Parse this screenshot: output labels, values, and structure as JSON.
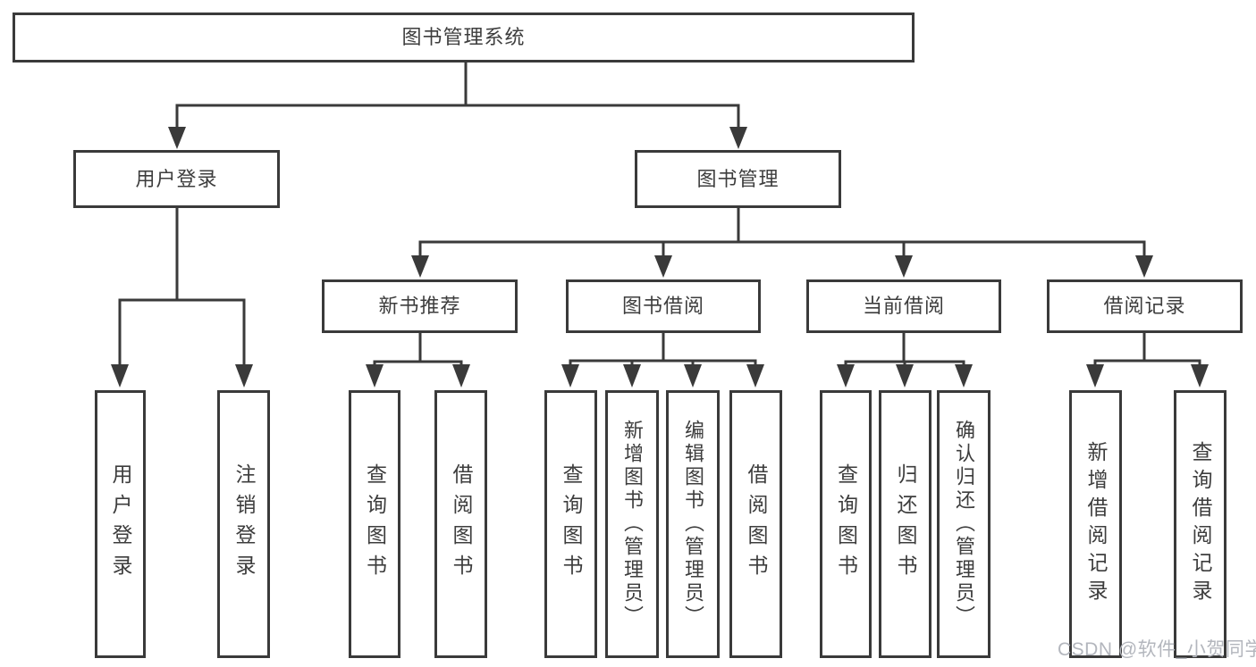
{
  "root": {
    "label": "图书管理系统"
  },
  "branches": {
    "user_login": {
      "label": "用户登录",
      "children": [
        {
          "label": "用户登录"
        },
        {
          "label": "注销登录"
        }
      ]
    },
    "book_management": {
      "label": "图书管理",
      "children": [
        {
          "label": "新书推荐",
          "children": [
            {
              "label": "查询图书"
            },
            {
              "label": "借阅图书"
            }
          ]
        },
        {
          "label": "图书借阅",
          "children": [
            {
              "label": "查询图书"
            },
            {
              "label": "新增图书（管理员）"
            },
            {
              "label": "编辑图书（管理员）"
            },
            {
              "label": "借阅图书"
            }
          ]
        },
        {
          "label": "当前借阅",
          "children": [
            {
              "label": "查询图书"
            },
            {
              "label": "归还图书"
            },
            {
              "label": "确认归还（管理员）"
            }
          ]
        },
        {
          "label": "借阅记录",
          "children": [
            {
              "label": "新增借阅记录"
            },
            {
              "label": "查询借阅记录"
            }
          ]
        }
      ]
    }
  },
  "watermark": "CSDN @软件_小贺同学",
  "colors": {
    "line": "#3a3a3a",
    "text": "#3d3d3d",
    "background": "#ffffff",
    "watermark": "#b3b6bd"
  }
}
